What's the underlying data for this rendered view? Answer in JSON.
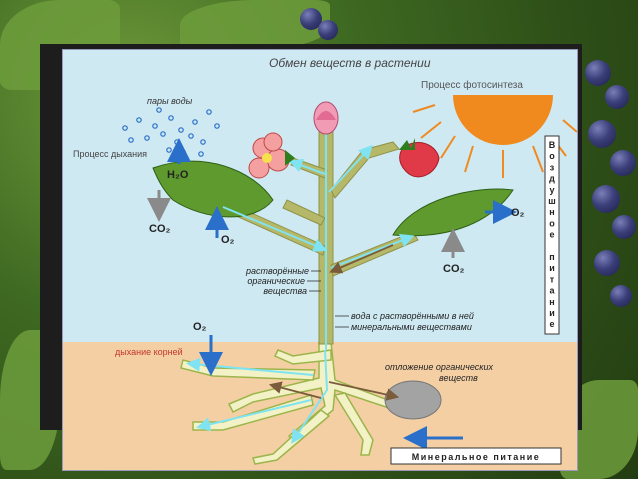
{
  "title": "Обмен веществ в растении",
  "photosynthesis": "Процесс фотосинтеза",
  "water_vapor": "пары воды",
  "respiration": "Процесс дыхания",
  "h2o": "H₂O",
  "co2_left": "CO₂",
  "o2_left": "O₂",
  "o2_right": "O₂",
  "co2_right": "CO₂",
  "organics": [
    "растворённые",
    "органические",
    "вещества"
  ],
  "water_minerals": [
    "вода с растворёнными в ней",
    "минеральными веществами"
  ],
  "o2_root": "O₂",
  "root_respiration": "дыхание корней",
  "deposit": [
    "отложение органических",
    "веществ"
  ],
  "mineral_nutrition": "Минеральное питание",
  "air_nutrition": [
    "В",
    "о",
    "з",
    "д",
    "у",
    "ш",
    "н",
    "о",
    "е",
    "",
    "п",
    "и",
    "т",
    "а",
    "н",
    "и",
    "е"
  ],
  "colors": {
    "sky": "#cfe9f3",
    "soil": "#f4cfa4",
    "leaf": "#5e9a2e",
    "stem": "#b6b869",
    "arrow_blue": "#2a6fc9",
    "sun": "#f08a1e",
    "red_text": "#c0392b"
  }
}
